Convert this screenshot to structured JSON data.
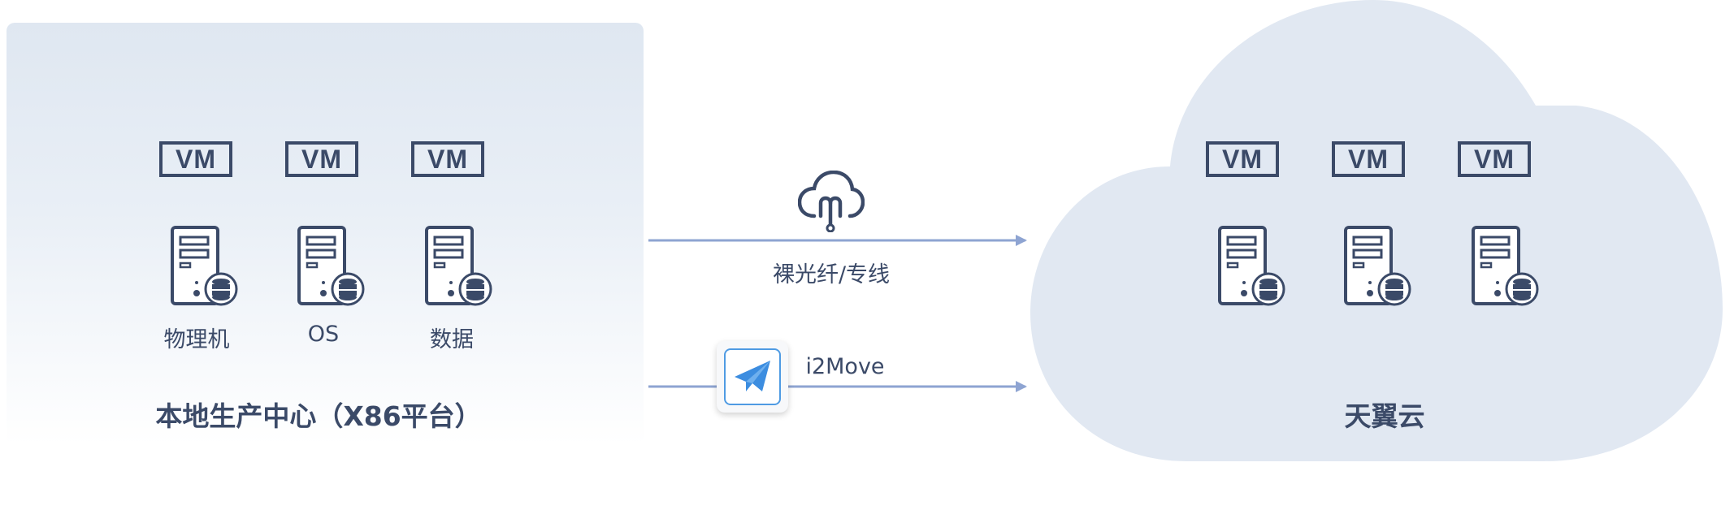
{
  "colors": {
    "ink": "#3b4a68",
    "line": "#8ea4d2",
    "cloud": "#e1e8f2",
    "accent": "#3c8de0"
  },
  "local": {
    "title": "本地生产中心（X86平台）",
    "vm_labels": [
      "VM",
      "VM",
      "VM"
    ],
    "server_labels": [
      "物理机",
      "OS",
      "数据"
    ]
  },
  "cloud": {
    "title": "天翼云",
    "vm_labels": [
      "VM",
      "VM",
      "VM"
    ]
  },
  "links": {
    "fiber_label": "裸光纤/专线",
    "fiber_icon": "cloud-network-icon",
    "migration_label": "i2Move",
    "migration_icon": "paper-plane-icon"
  }
}
